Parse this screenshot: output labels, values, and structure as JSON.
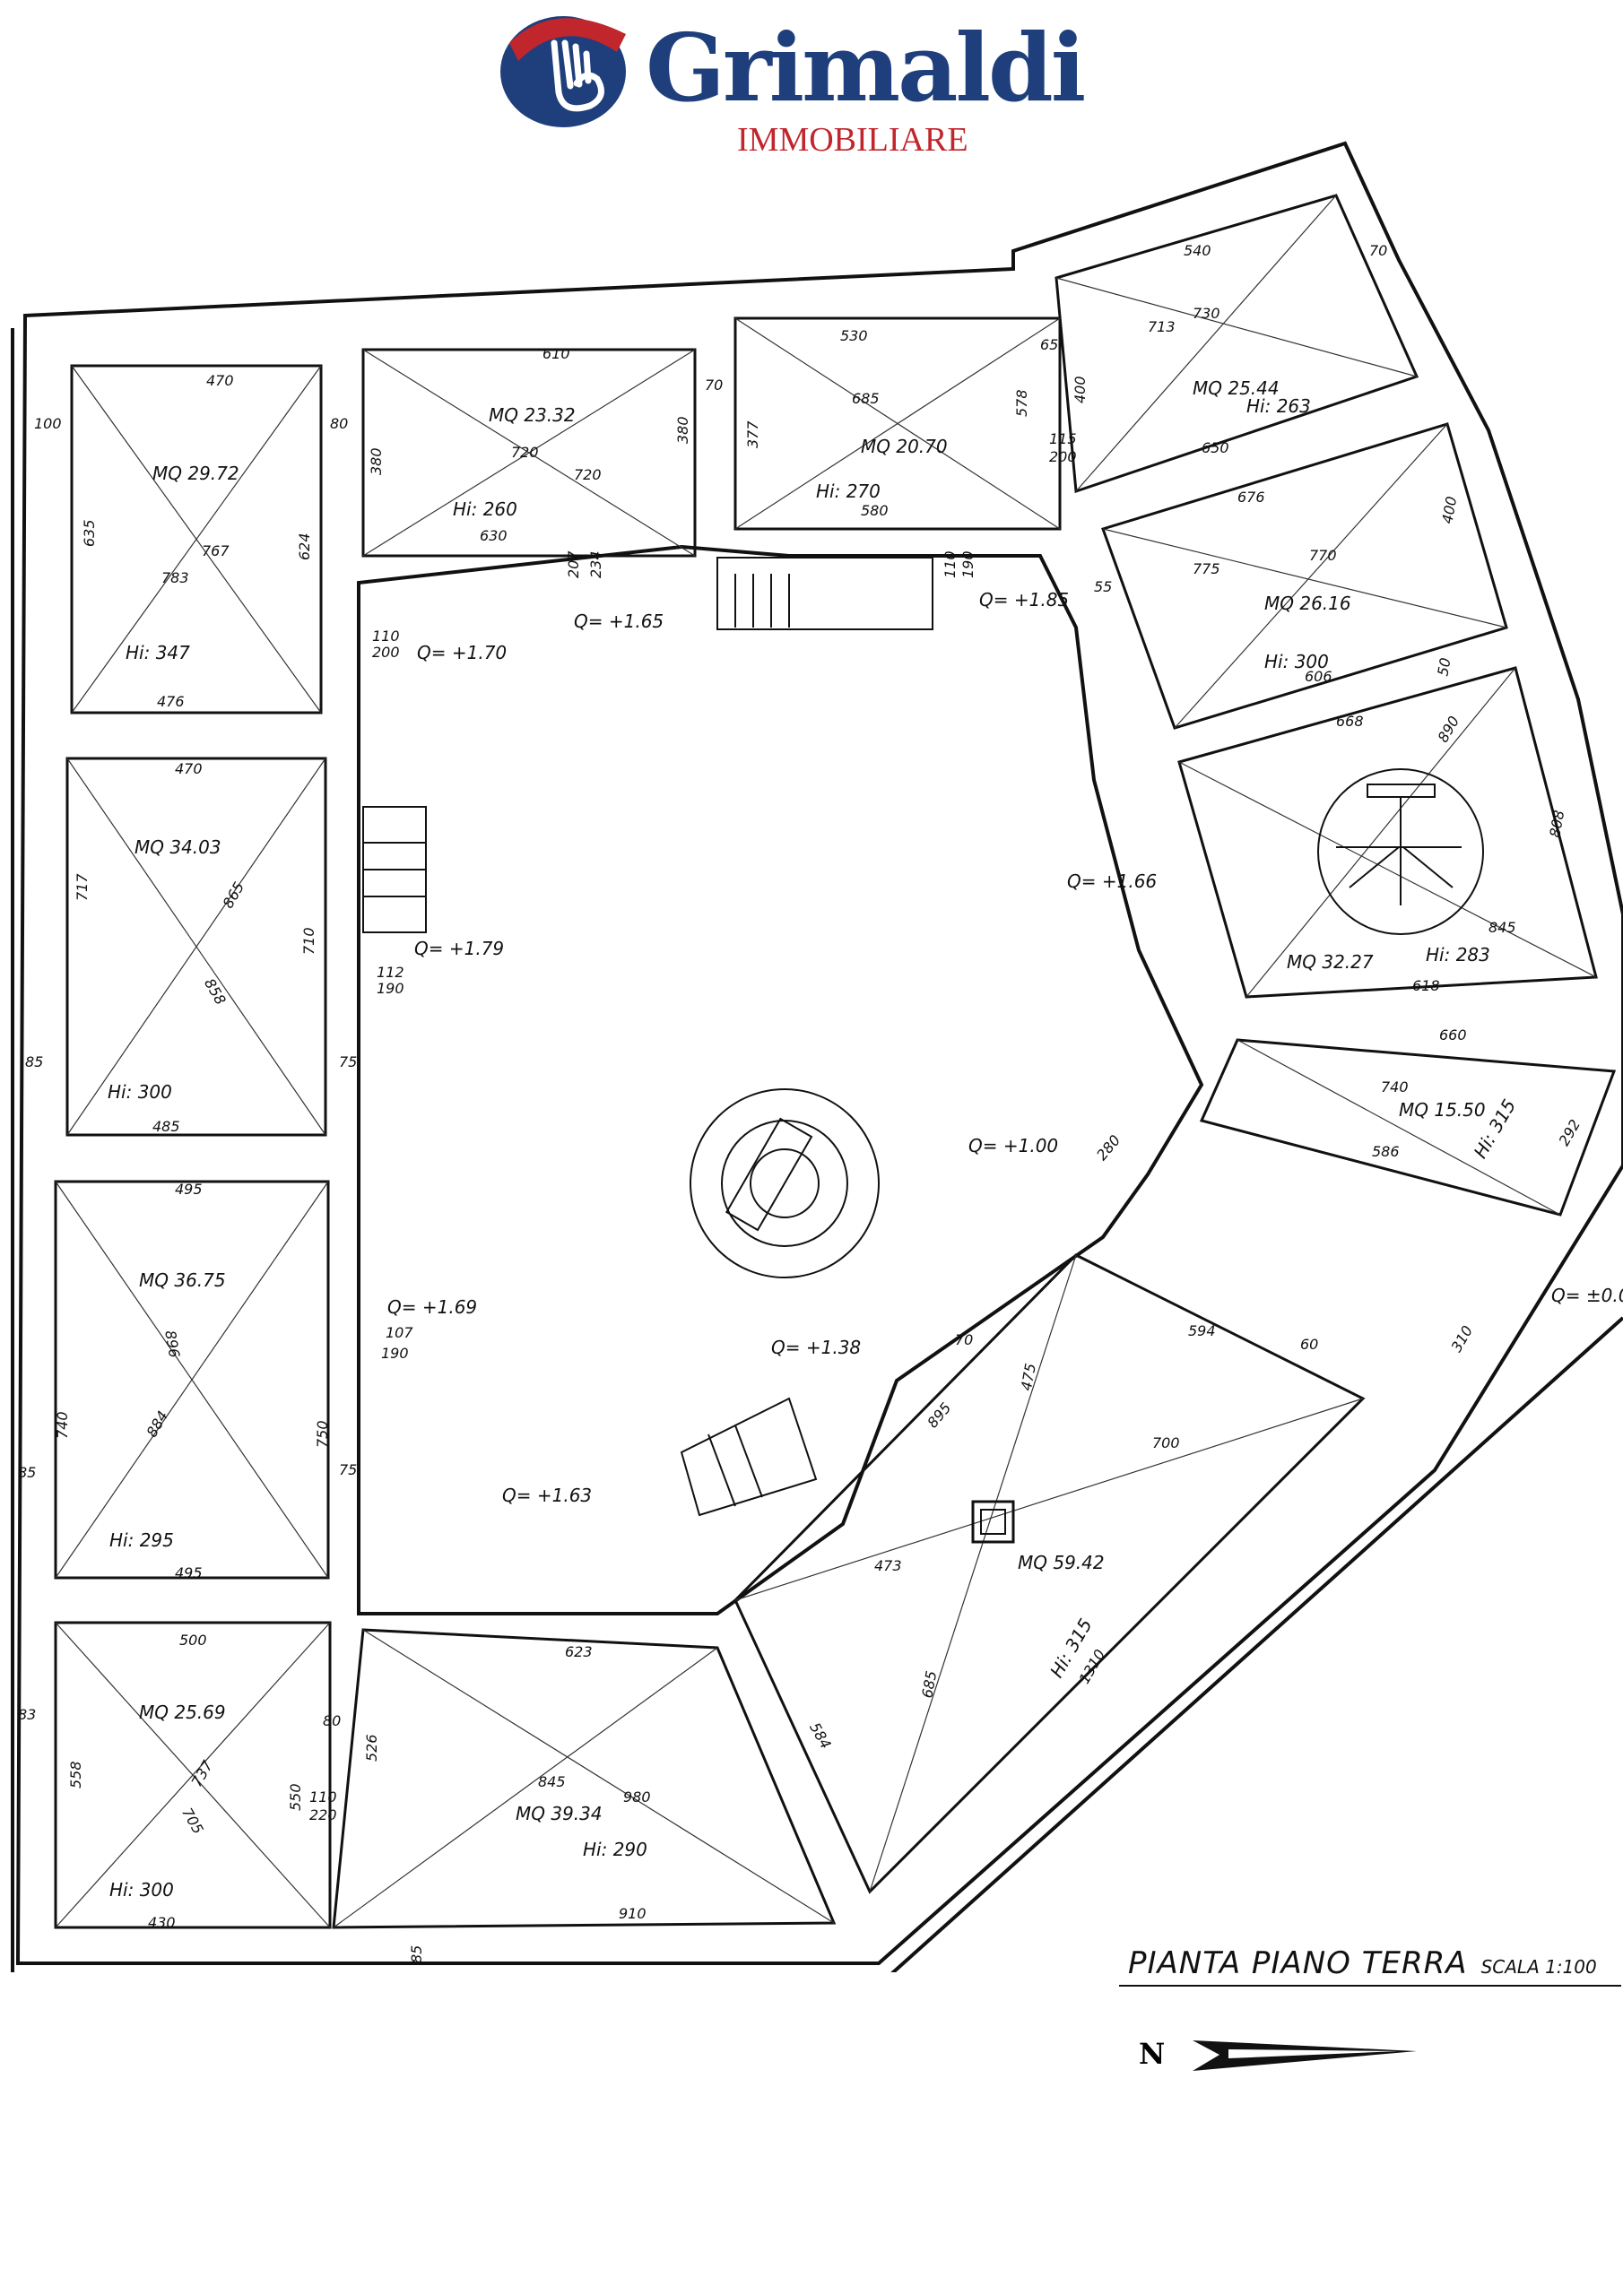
{
  "brand": {
    "name": "Grimaldi",
    "subtitle": "IMMOBILIARE",
    "primary_color": "#1f3f7c",
    "accent_color": "#c0262c"
  },
  "plan_title": "PIANTA PIANO TERRA",
  "scale_label": "SCALA 1:100",
  "north_label": "N",
  "rooms": {
    "r1": {
      "area": "MQ 29.72",
      "height": "Hi: 347"
    },
    "r2": {
      "area": "MQ 23.32",
      "height": "Hi: 260"
    },
    "r3": {
      "area": "MQ 20.70",
      "height": "Hi: 270"
    },
    "r4": {
      "area": "MQ 25.44",
      "height": "Hi: 263"
    },
    "r5": {
      "area": "MQ 26.16",
      "height": "Hi: 300"
    },
    "r6": {
      "area": "MQ 32.27",
      "height": "Hi: 283"
    },
    "r7": {
      "area": "MQ 34.03",
      "height": "Hi: 300"
    },
    "r8": {
      "area": "MQ 15.50",
      "height": "Hi: 315"
    },
    "r9": {
      "area": "MQ 36.75",
      "height": "Hi: 295"
    },
    "r10": {
      "area": "MQ 59.42",
      "height": "Hi: 315"
    },
    "r11": {
      "area": "MQ 25.69",
      "height": "Hi: 300"
    },
    "r12": {
      "area": "MQ 39.34",
      "height": "Hi: 290"
    }
  },
  "levels": {
    "q1": "Q= +1.65",
    "q2": "Q= +1.85",
    "q3": "Q= +1.70",
    "q4": "Q= +1.79",
    "q5": "Q= +1.66",
    "q6": "Q= +1.00",
    "q7": "Q= +1.69",
    "q8": "Q= +1.38",
    "q9": "Q= +1.63",
    "q10": "Q= ±0.0"
  },
  "dimensions": {
    "d470a": "470",
    "d610": "610",
    "d530": "530",
    "d540": "540",
    "d100": "100",
    "d80a": "80",
    "d70a": "70",
    "d65a": "65",
    "d70b": "70",
    "d400a": "400",
    "d635": "635",
    "d624": "624",
    "d380a": "380",
    "d380b": "380",
    "d377": "377",
    "d578": "578",
    "d476": "476",
    "d630": "630",
    "d580": "580",
    "d650": "650",
    "d720a": "720",
    "d720b": "720",
    "d767": "767",
    "d783": "783",
    "d713": "713",
    "d730": "730",
    "d685": "685",
    "d115": "115",
    "d200a": "200",
    "d207": "207",
    "d234": "234",
    "d110a": "110",
    "d200b": "200",
    "d110b": "110",
    "d190a": "190",
    "d676": "676",
    "d775": "775",
    "d770": "770",
    "d400b": "400",
    "d606": "606",
    "d668": "668",
    "d890": "890",
    "d808": "808",
    "d845a": "845",
    "d618": "618",
    "d660": "660",
    "d470b": "470",
    "d865": "865",
    "d858": "858",
    "d710": "710",
    "d717": "717",
    "d485": "485",
    "d85a": "85",
    "d75a": "75",
    "d112": "112",
    "d190b": "190",
    "d495a": "495",
    "d495b": "495",
    "d896": "896",
    "d884": "884",
    "d740a": "740",
    "d750": "750",
    "d85b": "85",
    "d75b": "75",
    "d107": "107",
    "d190c": "190",
    "d740b": "740",
    "d586": "586",
    "d280": "280",
    "d594": "594",
    "d700": "700",
    "d475": "475",
    "d473": "473",
    "d685b": "685",
    "d584": "584",
    "d1310": "1310",
    "d895": "895",
    "d500": "500",
    "d737": "737",
    "d705": "705",
    "d430": "430",
    "d83": "83",
    "d558": "558",
    "d550": "550",
    "d526": "526",
    "d623": "623",
    "d845b": "845",
    "d980": "980",
    "d910": "910",
    "d85c": "85",
    "d80b": "80",
    "d110c": "110",
    "d220": "220",
    "d310": "310",
    "d292": "292",
    "d70c": "70",
    "d60": "60",
    "d50": "50",
    "d55": "55"
  }
}
